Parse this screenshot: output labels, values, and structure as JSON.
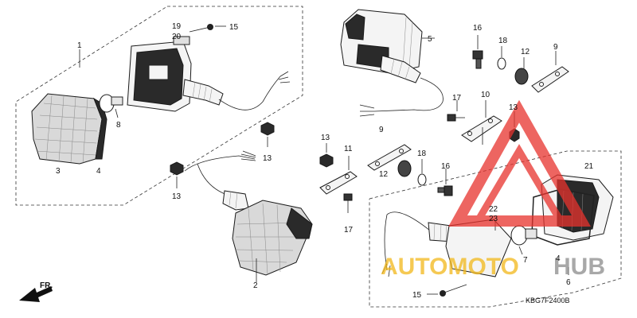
{
  "callouts": {
    "n1": "1",
    "n2": "2",
    "n3": "3",
    "n4a": "4",
    "n4b": "4",
    "n5": "5",
    "n6": "6",
    "n7": "7",
    "n8": "8",
    "n9a": "9",
    "n9b": "9",
    "n10": "10",
    "n11": "11",
    "n12a": "12",
    "n12b": "12",
    "n13a": "13",
    "n13b": "13",
    "n13c": "13",
    "n13d": "13",
    "n15a": "15",
    "n15b": "15",
    "n16a": "16",
    "n16b": "16",
    "n17a": "17",
    "n17b": "17",
    "n18a": "18",
    "n18b": "18",
    "n19": "19",
    "n20": "20",
    "n21": "21",
    "n22": "22",
    "n23": "23"
  },
  "diagram_code": "KBG7F2400B",
  "front_arrow_label": "FR.",
  "watermark": {
    "part1": "AUTOMOTO",
    "part2": "HUB",
    "color_yellow": "#f2b81a",
    "color_gray": "#8c8c8c",
    "color_red": "#e8322d"
  }
}
